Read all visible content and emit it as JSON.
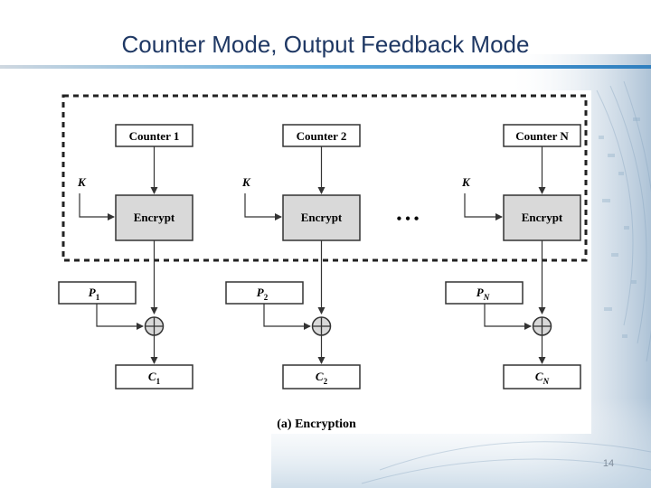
{
  "slide": {
    "title": "Counter Mode, Output Feedback Mode",
    "page_number": "14"
  },
  "diagram": {
    "caption": "(a) Encryption",
    "key_label": "K",
    "ellipsis": "• • •",
    "stages": [
      {
        "counter": "Counter 1",
        "encrypt": "Encrypt",
        "plain": "P",
        "plain_sub": "1",
        "cipher": "C",
        "cipher_sub": "1"
      },
      {
        "counter": "Counter 2",
        "encrypt": "Encrypt",
        "plain": "P",
        "plain_sub": "2",
        "cipher": "C",
        "cipher_sub": "2"
      },
      {
        "counter": "Counter N",
        "encrypt": "Encrypt",
        "plain": "P",
        "plain_sub": "N",
        "cipher": "C",
        "cipher_sub": "N"
      }
    ]
  },
  "colors": {
    "title": "#1f3864",
    "encrypt_fill": "#d9d9d9",
    "accent_bar": "#4aa3d8"
  }
}
